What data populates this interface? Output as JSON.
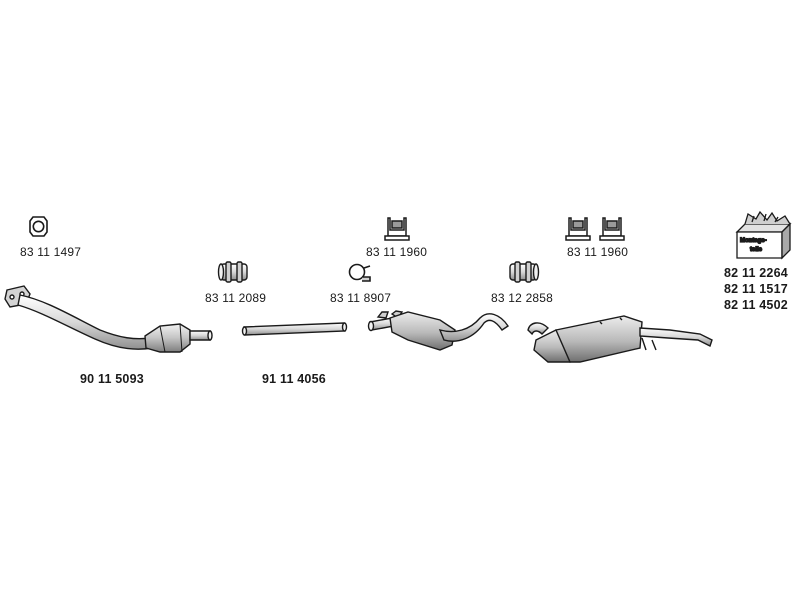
{
  "parts": {
    "gasket": "83 11 1497",
    "catalytic_converter": "90 11 5093",
    "clamp_1": "83 11 2089",
    "intermediate_pipe": "91 11 4056",
    "ring_clamp": "83 11 8907",
    "hanger_center": "83 11 1960",
    "front_silencer_clamp": "83 12 2858",
    "hanger_rear": "83 11 1960",
    "mounting_kit_1": "82 11 2264",
    "mounting_kit_2": "82 11 1517",
    "mounting_kit_3": "82 11 4502"
  },
  "kit_box": {
    "line1": "Montage-",
    "line2": "teile"
  },
  "colors": {
    "line": "#1a1a1a",
    "fill_light": "#e6e6e6",
    "fill_mid": "#c8c8c8",
    "fill_dark": "#8a8a8a"
  }
}
